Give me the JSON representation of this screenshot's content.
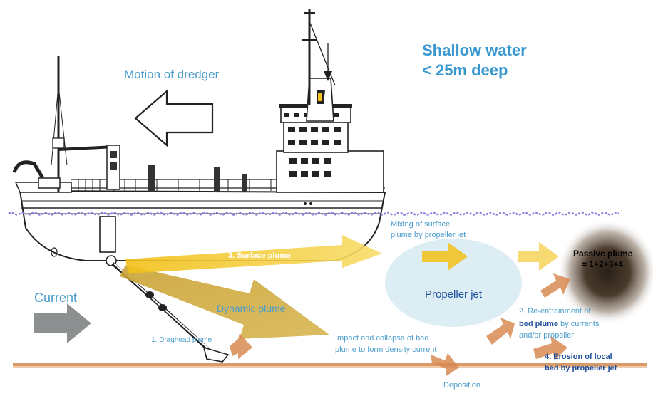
{
  "header": {
    "title_line1": "Shallow water",
    "title_line2": "< 25m deep"
  },
  "labels": {
    "motion": "Motion of dredger",
    "current": "Current",
    "mixing_line1": "Mixing of surface",
    "mixing_line2": "plume by propeller jet",
    "surface_plume": "3. Surface plume",
    "dynamic_plume": "Dynamic plume",
    "propeller_jet": "Propeller jet",
    "passive_line1": "Passive plume",
    "passive_line2": "= 1+2+3+4",
    "reentrain_line1": "2. Re-entrainment of",
    "reentrain_line2_bold": "bed plume",
    "reentrain_line2_rest": " by currents",
    "reentrain_line3": "and/or propeller",
    "draghead": "1. Draghead plume",
    "impact_line1": "Impact and collapse of bed",
    "impact_line2": "plume to form density current",
    "erosion_line1": "4. Erosion of local",
    "erosion_line2": "bed by propeller jet",
    "deposition": "Deposition"
  },
  "colors": {
    "label_blue": "#4a9ccc",
    "title_blue": "#3a98d0",
    "dark_blue": "#1f4f9c",
    "plume_yellow": "#f2c018",
    "plume_gold": "#caa53b",
    "sediment_orange": "#d88a52",
    "seabed": "#d89a68",
    "water_line": "#8a7fe0",
    "propeller_fill": "#d6eaf2",
    "current_arrow": "#8d9090",
    "passive_plume": "#3a2e22"
  }
}
